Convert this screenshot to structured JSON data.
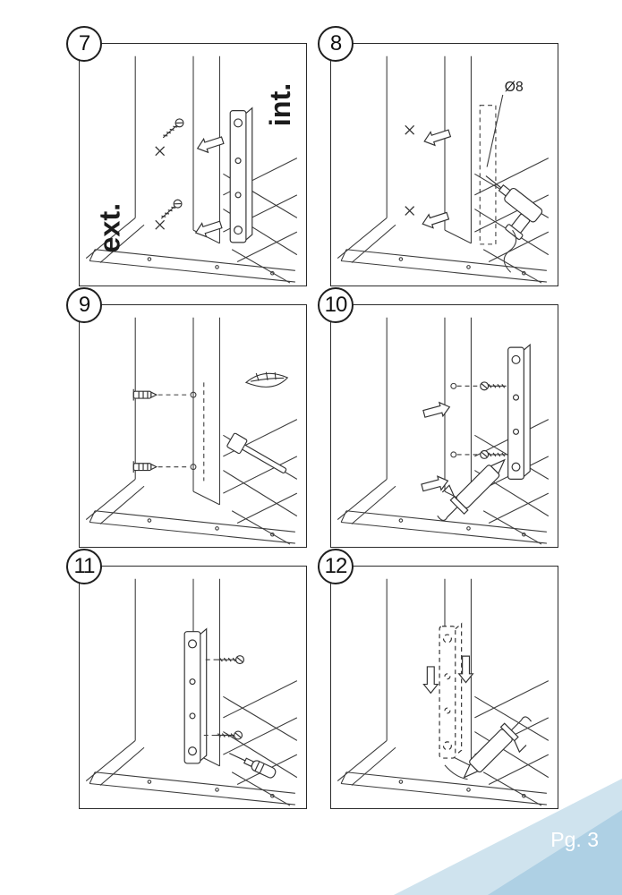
{
  "page": {
    "page_label": "Pg. 3",
    "background_color": "#ffffff",
    "ink_color": "#333333",
    "accent_light": "#cfe3ee",
    "accent_dark": "#aed0e4"
  },
  "panels": [
    {
      "number": "7",
      "labels": {
        "interior": "int.",
        "exterior": "ext."
      },
      "pictograms": [
        "door-frame-corner",
        "strike-plate",
        "press-arrows",
        "screw",
        "position-cross-marks"
      ]
    },
    {
      "number": "8",
      "labels": {
        "drill_diameter": "Ø8"
      },
      "pictograms": [
        "door-frame-corner",
        "drill",
        "drill-cord",
        "position-cross-marks",
        "press-arrows",
        "drill-guide-dashes"
      ]
    },
    {
      "number": "9",
      "pictograms": [
        "door-frame-corner",
        "wall-plugs",
        "hammer",
        "feather",
        "guide-dashes"
      ]
    },
    {
      "number": "10",
      "pictograms": [
        "door-frame-corner",
        "strike-plate-with-bolts",
        "press-arrows",
        "sealant-gun",
        "guide-dashes"
      ]
    },
    {
      "number": "11",
      "pictograms": [
        "door-frame-corner",
        "strike-plate-mounted",
        "screws",
        "screwdriver",
        "guide-dashes"
      ]
    },
    {
      "number": "12",
      "pictograms": [
        "door-frame-corner",
        "strike-plate-dashed",
        "slide-down-arrows",
        "sealant-gun",
        "sealant-bead"
      ]
    }
  ]
}
